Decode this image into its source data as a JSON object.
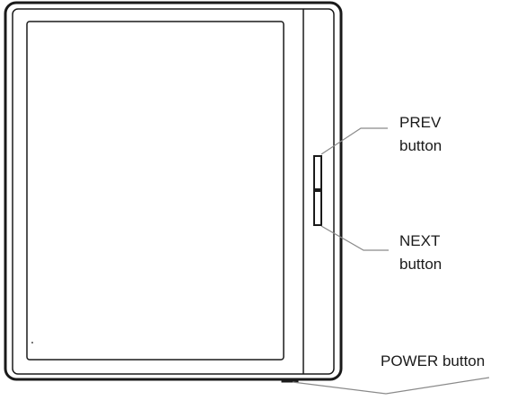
{
  "labels": {
    "prev_line1": "PREV",
    "prev_line2": "button",
    "next_line1": "NEXT",
    "next_line2": "button",
    "power": "POWER button"
  },
  "colors": {
    "outline": "#1a1a1a",
    "leader": "#8a8a8a",
    "background": "#ffffff"
  }
}
